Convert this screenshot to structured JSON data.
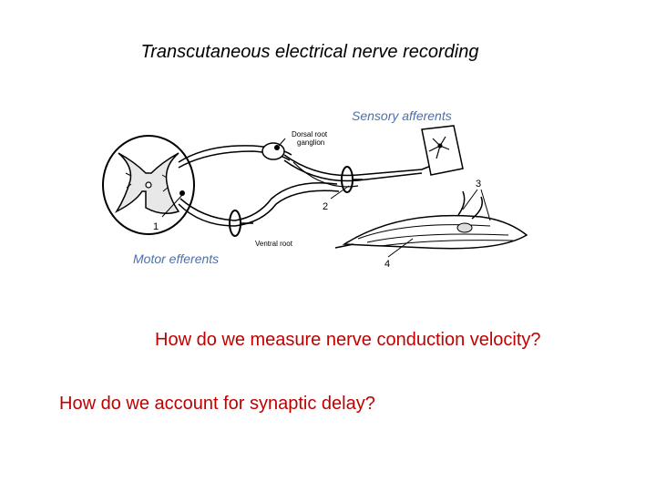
{
  "slide": {
    "title": "Transcutaneous electrical nerve recording",
    "question_velocity": "How do we measure nerve conduction velocity?",
    "question_delay": "How do we account for synaptic delay?"
  },
  "annotations": {
    "sensory": "Sensory afferents",
    "motor": "Motor efferents"
  },
  "diagram": {
    "dorsal_root_line1": "Dorsal root",
    "dorsal_root_line2": "ganglion",
    "ventral_root": "Ventral root",
    "n1": "1",
    "n2": "2",
    "n3": "3",
    "n4": "4"
  },
  "colors": {
    "title": "#000000",
    "annotation": "#4f6fa8",
    "question": "#c00000"
  }
}
